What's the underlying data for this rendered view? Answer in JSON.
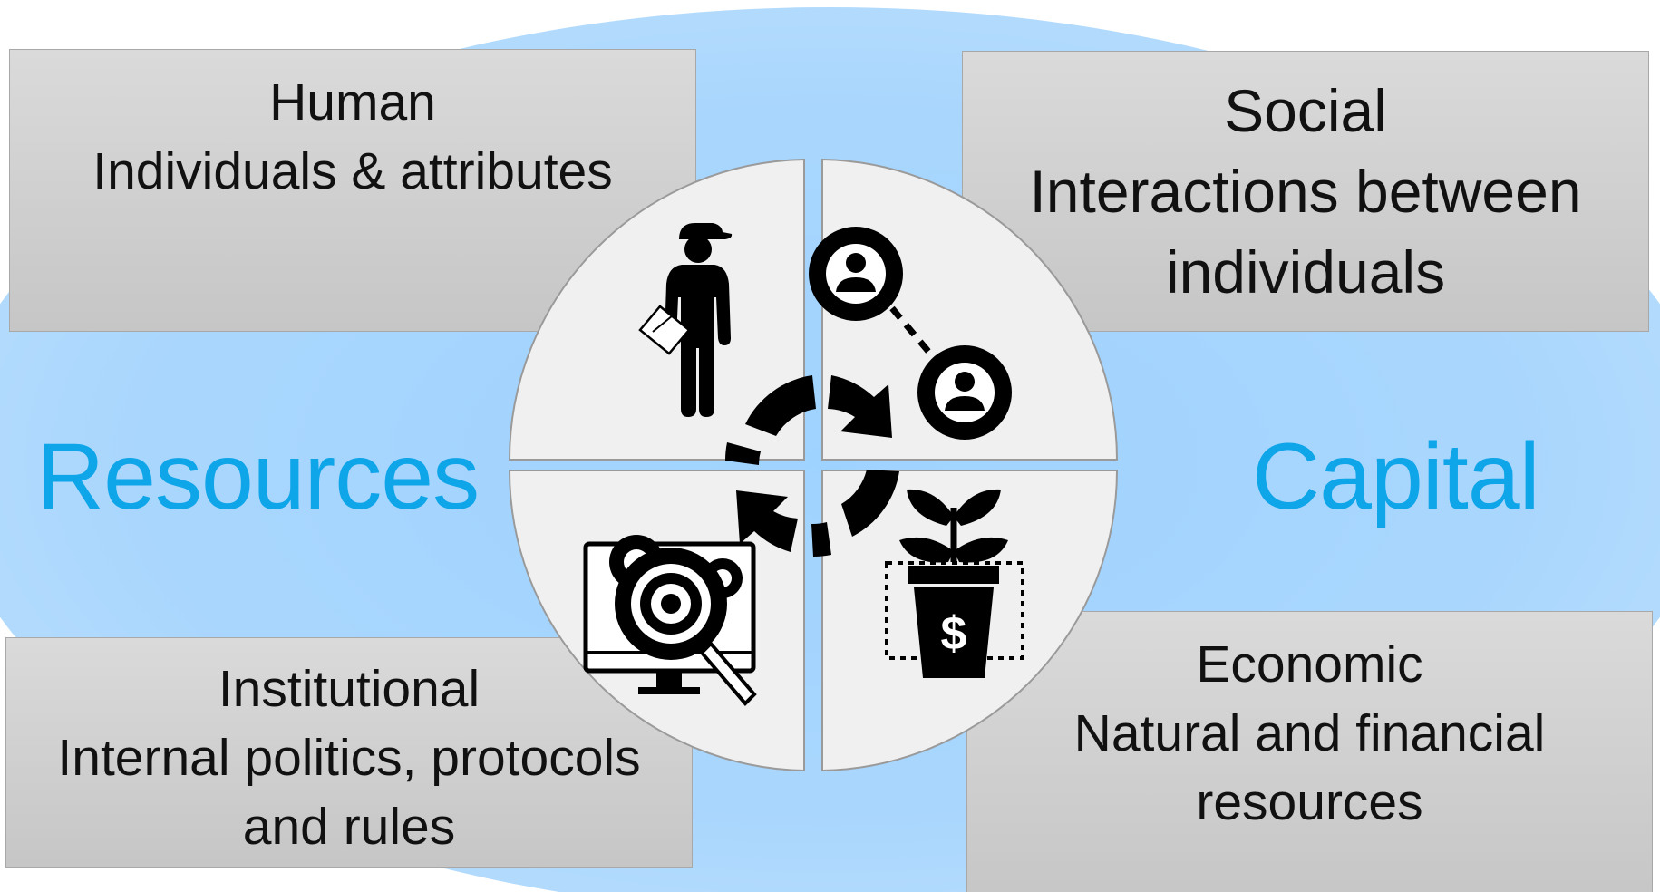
{
  "side_labels": {
    "left": "Resources",
    "right": "Capital"
  },
  "boxes": {
    "human": {
      "title": "Human",
      "desc": "Individuals & attributes"
    },
    "social": {
      "title": "Social",
      "desc": "Interactions between individuals"
    },
    "institutional": {
      "title": "Institutional",
      "desc": "Internal politics, protocols and rules"
    },
    "economic": {
      "title": "Economic",
      "desc": "Natural and financial resources"
    }
  },
  "icons": {
    "human": "person-with-clipboard-icon",
    "social": "connected-users-icon",
    "institutional": "monitor-gears-magnifier-icon",
    "economic": "money-plant-icon",
    "center": "cycle-arrows-icon"
  },
  "colors": {
    "accent_text": "#0ea5e9",
    "background_ellipse": "#a9d6fd",
    "box_fill": "#cfcfcf",
    "wheel_fill": "#f0f0f0"
  }
}
